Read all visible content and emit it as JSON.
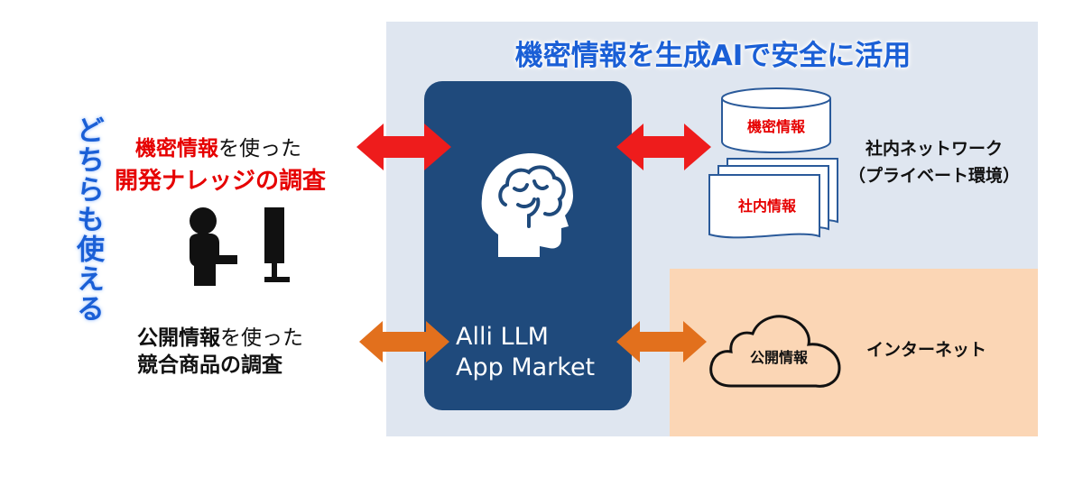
{
  "title": "機密情報を生成AIで安全に活用",
  "vertical_label": "どちらも使える",
  "hub": {
    "line1": "Alli LLM",
    "line2": "App Market"
  },
  "left_top": {
    "highlight": "機密情報",
    "suffix": "を使った",
    "line2": "開発ナレッジの調査"
  },
  "left_bottom": {
    "highlight": "公開情報",
    "suffix": "を使った",
    "line2": "競合商品の調査"
  },
  "private_network": {
    "line1": "社内ネットワーク",
    "line2": "（プライベート環境）"
  },
  "database_label": "機密情報",
  "documents_label": "社内情報",
  "cloud_label": "公開情報",
  "internet_label": "インターネット",
  "colors": {
    "accent_blue": "#1a5fd6",
    "hub": "#1f4a7c",
    "red_arrow": "#ee1c1c",
    "orange_arrow": "#e2701d",
    "private_bg": "#dfe6f0",
    "public_bg": "#fbd6b5"
  },
  "icons": [
    "brain-head-icon",
    "user-at-computer-icon",
    "database-icon",
    "documents-icon",
    "cloud-icon",
    "double-arrow-icon"
  ]
}
